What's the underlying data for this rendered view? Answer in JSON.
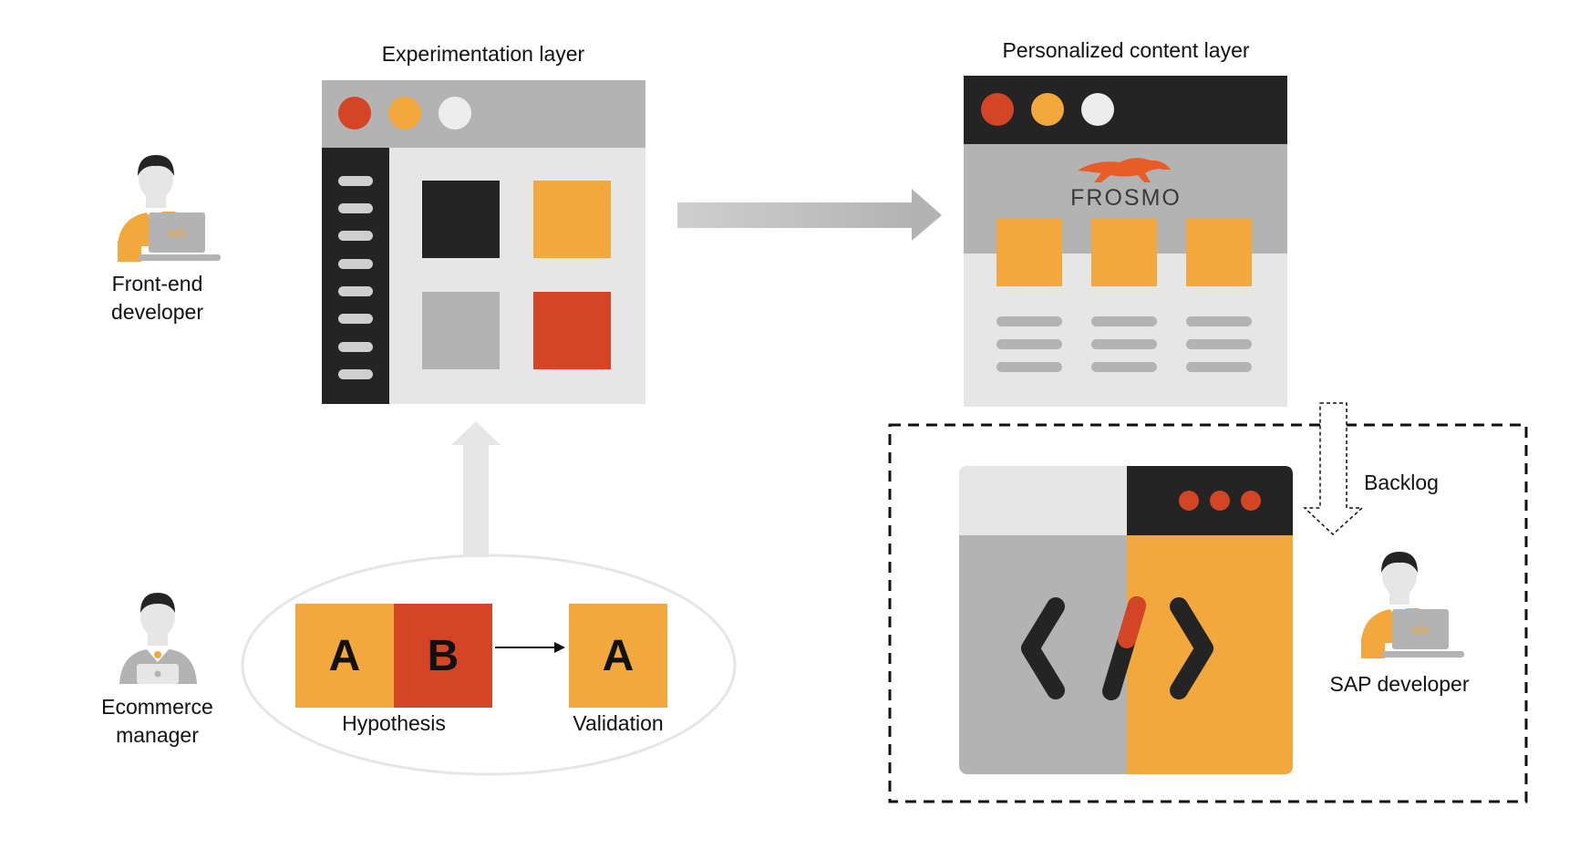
{
  "experimentation_layer": {
    "title": "Experimentation  layer"
  },
  "personalized_layer": {
    "title": "Personalized content layer",
    "logo_text": "FROSMO"
  },
  "roles": {
    "front_end": "Front-end developer",
    "ecommerce": "Ecommerce manager",
    "sap": "SAP developer"
  },
  "backlog_label": "Backlog",
  "ab_test": {
    "variant_a": "A",
    "variant_b": "B",
    "winner": "A",
    "hypothesis_label": "Hypothesis",
    "validation_label": "Validation"
  },
  "colors": {
    "orange": "#F2A83D",
    "red": "#D34524",
    "dark": "#242424",
    "gray": "#B3B3B3",
    "light_gray": "#E6E6E6"
  }
}
